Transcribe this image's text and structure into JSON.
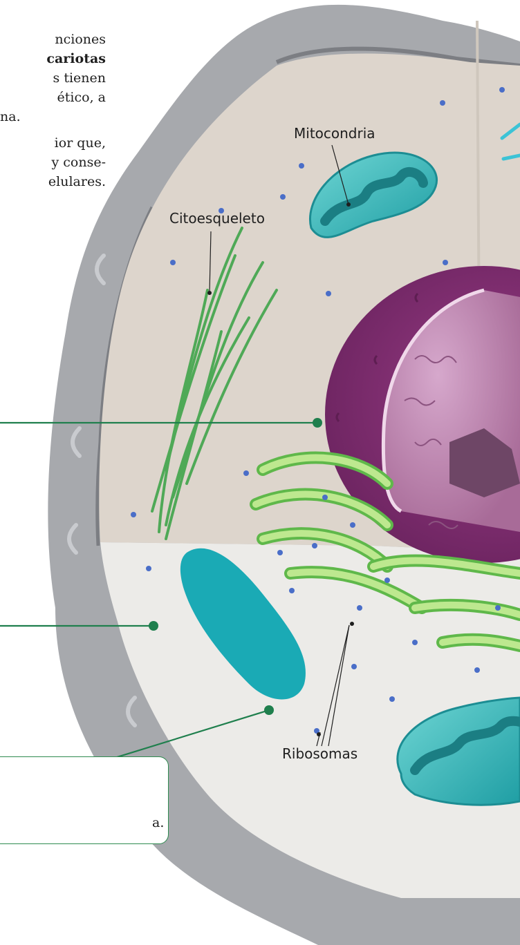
{
  "text_fragments": {
    "line1": "nciones",
    "line2_bold": "cariotas",
    "line3": "s tienen",
    "line4": "ético, a",
    "line5": "na.",
    "line6": "ior que,",
    "line7": "y conse-",
    "line8": "elulares."
  },
  "callout_tail": "a.",
  "labels": {
    "mitocondria": "Mitocondria",
    "citoesqueleto": "Citoesqueleto",
    "ribosomas": "Ribosomas"
  },
  "colors": {
    "membrane": "#a7a9ad",
    "cytoplasm_upper": "#ddd5cc",
    "cytoplasm_lower": "#ecebe8",
    "nucleus_outer": "#7e2a6c",
    "nucleus_inner": "#b47aa6",
    "nucleolus": "#6e4666",
    "mitochondria": "#2fb4b8",
    "er_green": "#9ad96a",
    "ribosome": "#4a6ec8",
    "leader_green": "#1f7f4d"
  }
}
